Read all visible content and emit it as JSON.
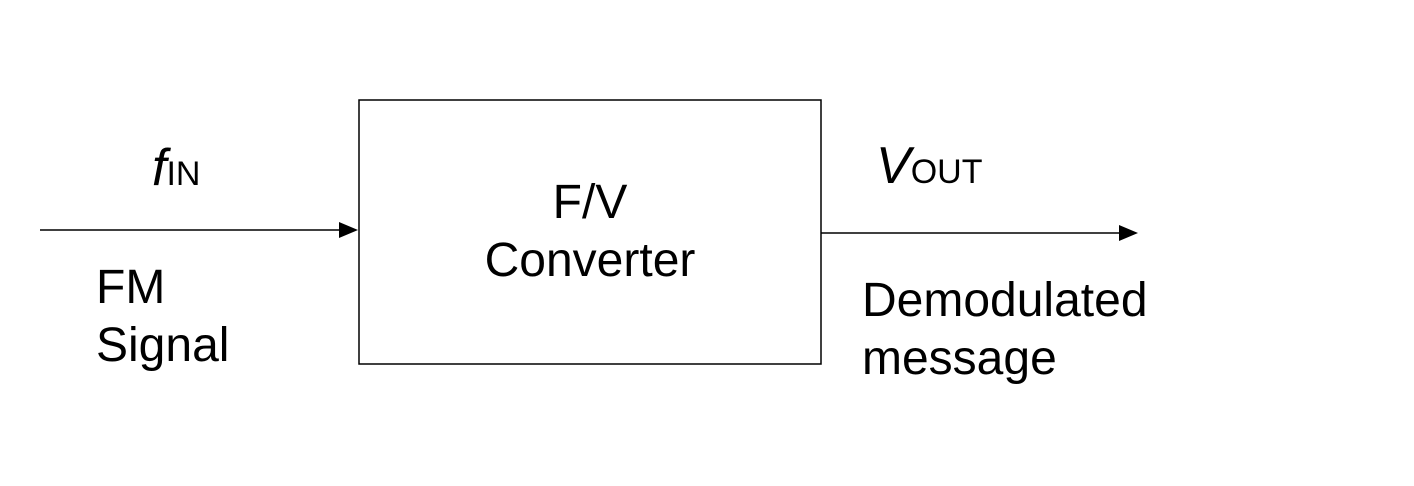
{
  "input": {
    "variable": "f",
    "subscript": "IN",
    "label_line1": "FM",
    "label_line2": "Signal"
  },
  "block": {
    "line1": "F/V",
    "line2": "Converter"
  },
  "output": {
    "variable": "V",
    "subscript": "OUT",
    "label_line1": "Demodulated",
    "label_line2": "message"
  }
}
